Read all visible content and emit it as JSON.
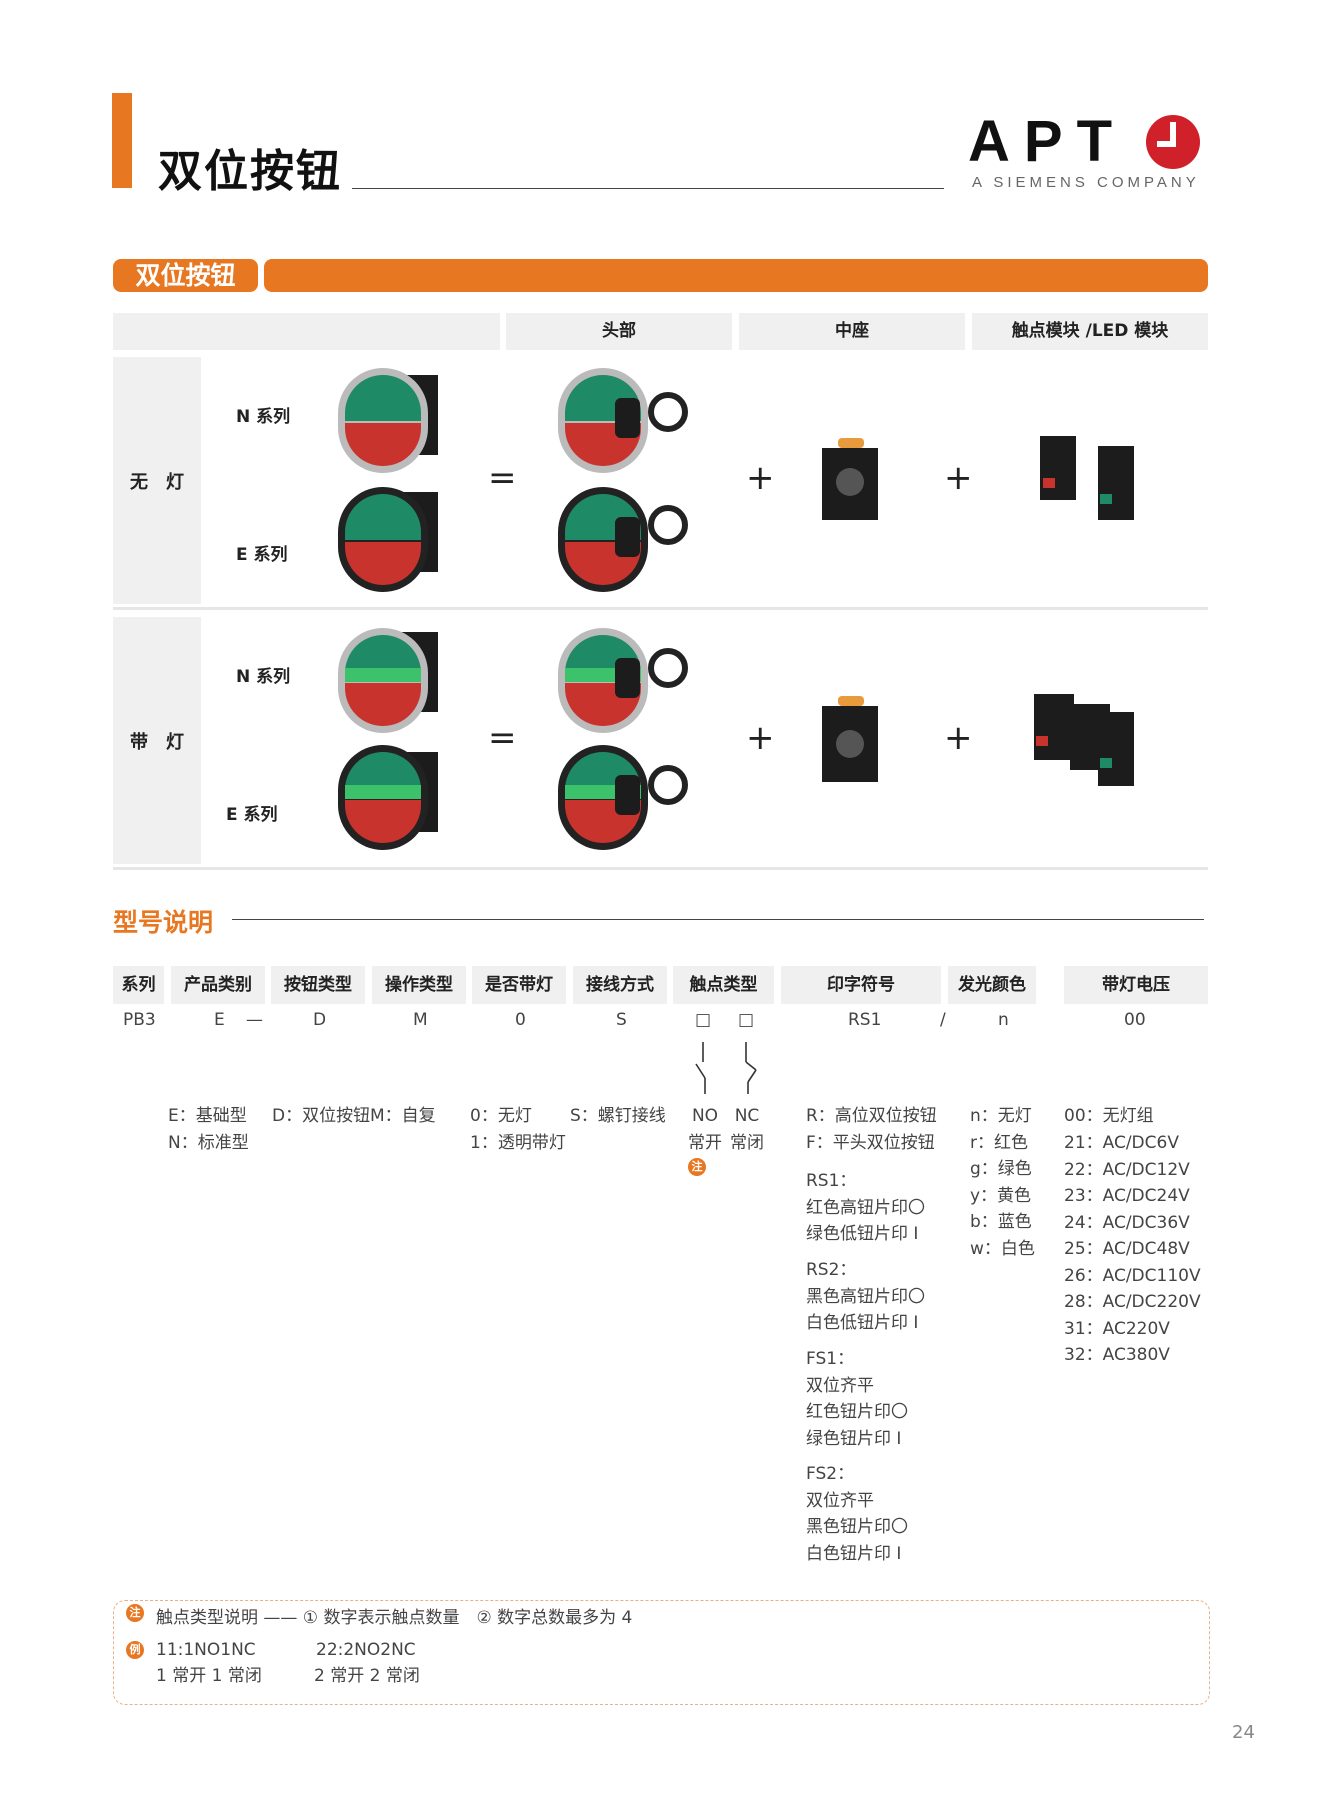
{
  "header": {
    "title": "双位按钮",
    "logo": "APT",
    "logo_sub": "A SIEMENS COMPANY"
  },
  "section": {
    "title": "双位按钮",
    "columns": [
      "头部",
      "中座",
      "触点模块 /LED 模块"
    ],
    "rows": [
      {
        "label": "无　灯",
        "series": [
          "N 系列",
          "E 系列"
        ]
      },
      {
        "label": "带　灯",
        "series": [
          "N 系列",
          "E 系列"
        ]
      }
    ],
    "equals": "=",
    "plus": "+"
  },
  "model": {
    "title": "型号说明",
    "headers": [
      "系列",
      "产品类别",
      "按钮类型",
      "操作类型",
      "是否带灯",
      "接线方式",
      "触点类型",
      "印字符号",
      "发光颜色",
      "带灯电压"
    ],
    "codes": {
      "series": "PB3",
      "category": "E",
      "dash": "—",
      "button": "D",
      "operation": "M",
      "lamp": "0",
      "wiring": "S",
      "contact_a": "□",
      "contact_b": "□",
      "symbol": "RS1",
      "slash": "/",
      "color": "n",
      "voltage": "00"
    },
    "options": {
      "category": "E：基础型\nN：标准型",
      "button": "D：双位按钮",
      "operation": "M：自复",
      "lamp": "0：无灯\n1：透明带灯",
      "wiring": "S：螺钉接线",
      "contact_no": "NO\n常开",
      "contact_nc": "NC\n常闭",
      "contact_note": "注",
      "symbol": "R：高位双位按钮\nF：平头双位按钮",
      "symbol_rs1": "RS1：\n红色高钮片印〇\n绿色低钮片印 I",
      "symbol_rs2": "RS2：\n黑色高钮片印〇\n白色低钮片印 I",
      "symbol_fs1": "FS1：\n双位齐平\n红色钮片印〇\n绿色钮片印 I",
      "symbol_fs2": "FS2：\n双位齐平\n黑色钮片印〇\n白色钮片印 I",
      "color": "n：无灯\nr：红色\ng：绿色\ny：黄色\nb：蓝色\nw：白色",
      "voltage_first": "00：无灯组",
      "voltage_rest": "21：AC/DC6V\n22：AC/DC12V\n23：AC/DC24V\n24：AC/DC36V\n25：AC/DC48V\n26：AC/DC110V\n28：AC/DC220V\n31：AC220V\n32：AC380V"
    }
  },
  "note": {
    "badge1": "注",
    "line1": "触点类型说明 —— ① 数字表示触点数量　② 数字总数最多为 4",
    "badge2": "例",
    "ex1_code": "11:1NO1NC",
    "ex1_text": "1 常开 1 常闭",
    "ex2_code": "22:2NO2NC",
    "ex2_text": "2 常开 2 常闭"
  },
  "page_number": "24",
  "colors": {
    "accent": "#e87722",
    "voltage": "#8a3c88",
    "logo_red": "#d0202a"
  }
}
